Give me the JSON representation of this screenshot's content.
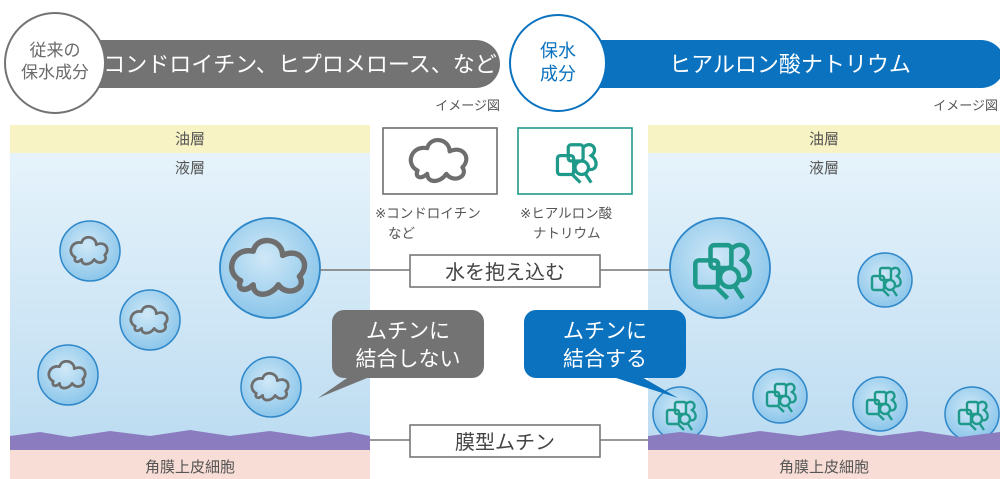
{
  "left_header": {
    "badge_line1": "従来の",
    "badge_line2": "保水成分",
    "title": "コンドロイチン、ヒプロメロース、など",
    "caption": "イメージ図"
  },
  "right_header": {
    "badge_line1": "保水",
    "badge_line2": "成分",
    "title": "ヒアルロン酸ナトリウム",
    "caption": "イメージ図"
  },
  "layers": {
    "oil": "油層",
    "liquid": "液層",
    "cornea": "角膜上皮細胞"
  },
  "legend": {
    "chondroitin_line1": "※コンドロイチン",
    "chondroitin_line2": "など",
    "hyaluronate_line1": "※ヒアルロン酸",
    "hyaluronate_line2": "ナトリウム"
  },
  "labels": {
    "hold_water": "水を抱え込む",
    "membrane_mucin": "膜型ムチン"
  },
  "callouts": {
    "left_line1": "ムチンに",
    "left_line2": "結合しない",
    "right_line1": "ムチンに",
    "right_line2": "結合する"
  },
  "colors": {
    "gray": "#737373",
    "blue": "#0a72bf",
    "oil_layer": "#f8f3c4",
    "liquid_layer": "#d6ebf7",
    "cornea": "#f7ddd5",
    "mucin": "#8b7cc0",
    "teal": "#1f9a8a"
  }
}
